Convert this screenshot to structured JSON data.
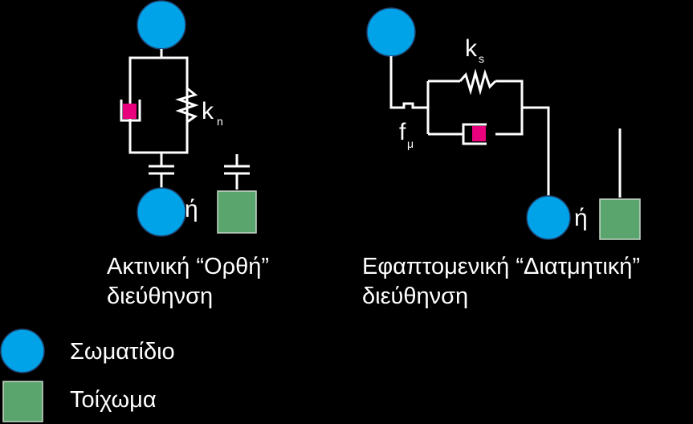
{
  "colors": {
    "particle": "#00a2e8",
    "particle_outline": "#1f3f6a",
    "wall": "#5aa56e",
    "wall_outline": "#c9d7c9",
    "dashpot": "#e8007d",
    "wire": "#ffffff",
    "background": "#000000"
  },
  "normal": {
    "spring_label": "k",
    "spring_subscript": "n",
    "or_label": "ή",
    "caption_line1": "Ακτινική “Ορθή”",
    "caption_line2": "διεύθηνση"
  },
  "shear": {
    "spring_label": "k",
    "spring_subscript": "s",
    "friction_label": "f",
    "friction_subscript": "μ",
    "or_label": "ή",
    "caption_line1": "Εφαπτομενική “Διατμητική”",
    "caption_line2": "διεύθηνση"
  },
  "legend": {
    "particle_label": "Σωματίδιο",
    "wall_label": "Τοίχωμα",
    "particle_icon": "blue-circle",
    "wall_icon": "green-square"
  }
}
